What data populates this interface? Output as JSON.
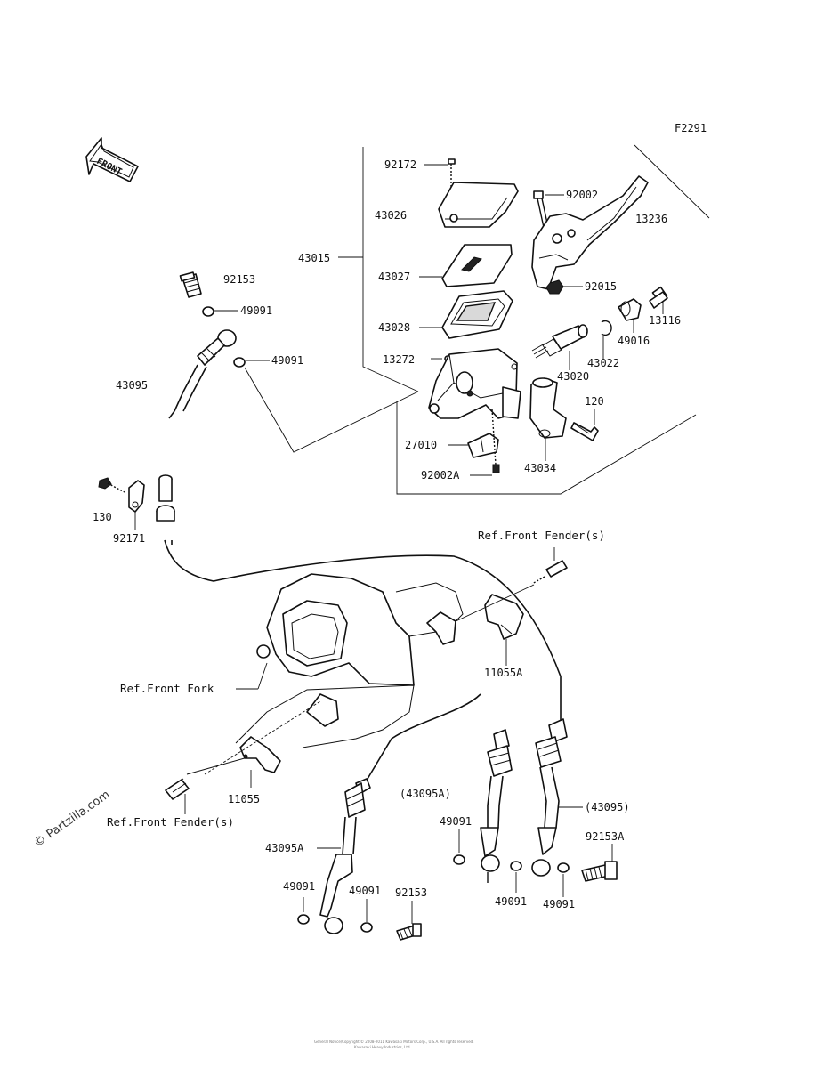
{
  "figure_code": "F2291",
  "front_arrow_text": "FRONT",
  "watermark": "© Partzilla.com",
  "footer_lines": [
    "General Notice/Copyright © 2008-2011 Kawasaki Motors Corp., U.S.A. All rights reserved.",
    "Kawasaki Heavy Industries, Ltd."
  ],
  "parts": {
    "p92172": "92172",
    "p43026": "43026",
    "p43015": "43015",
    "p43027": "43027",
    "p43028": "43028",
    "p13272": "13272",
    "p27010": "27010",
    "p92002A": "92002A",
    "p92002": "92002",
    "p13236": "13236",
    "p92015": "92015",
    "p13116": "13116",
    "p49016": "49016",
    "p43022": "43022",
    "p43020": "43020",
    "p120": "120",
    "p43034": "43034",
    "p92153_top": "92153",
    "p49091_top_a": "49091",
    "p49091_top_b": "49091",
    "p43095_top": "43095",
    "p130": "130",
    "p92171": "92171",
    "p11055A": "11055A",
    "p11055": "11055",
    "p43095A": "43095A",
    "p43095A_paren": "(43095A)",
    "p43095_paren": "(43095)",
    "p92153A": "92153A",
    "p49091_l1": "49091",
    "p49091_l2": "49091",
    "p92153_bot": "92153",
    "p49091_m1": "49091",
    "p49091_m2": "49091",
    "p49091_r": "49091"
  },
  "refs": {
    "front_fender_top": "Ref.Front Fender(s)",
    "front_fork": "Ref.Front Fork",
    "front_fender_bottom": "Ref.Front Fender(s)"
  }
}
